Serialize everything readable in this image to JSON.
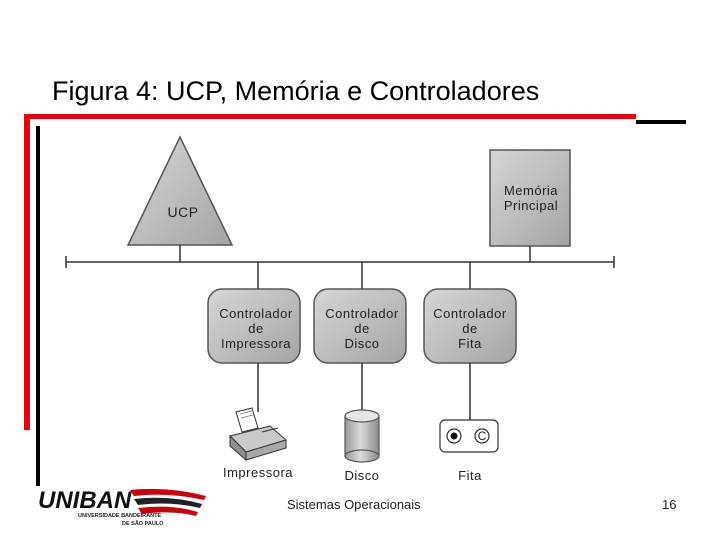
{
  "slide": {
    "title": "Figura 4: UCP, Memória e Controladores",
    "footer_center": "Sistemas Operacionais",
    "page_number": "16"
  },
  "diagram": {
    "ucp_label": "UCP",
    "memory_label_1": "Memória",
    "memory_label_2": "Principal",
    "controllers": [
      {
        "line1": "Controlador",
        "line2": "de",
        "line3": "Impressora"
      },
      {
        "line1": "Controlador",
        "line2": "de",
        "line3": "Disco"
      },
      {
        "line1": "Controlador",
        "line2": "de",
        "line3": "Fita"
      }
    ],
    "devices": [
      "Impressora",
      "Disco",
      "Fita"
    ],
    "tape_letter": "C"
  },
  "logo": {
    "name": "UNIBAN",
    "subtitle_1": "UNIVERSIDADE BANDEIRANTE",
    "subtitle_2": "DE SÃO PAULO"
  },
  "colors": {
    "accent_red": "#e8000f",
    "shape_fill": "#b5b5b5",
    "shape_stroke": "#555555"
  }
}
